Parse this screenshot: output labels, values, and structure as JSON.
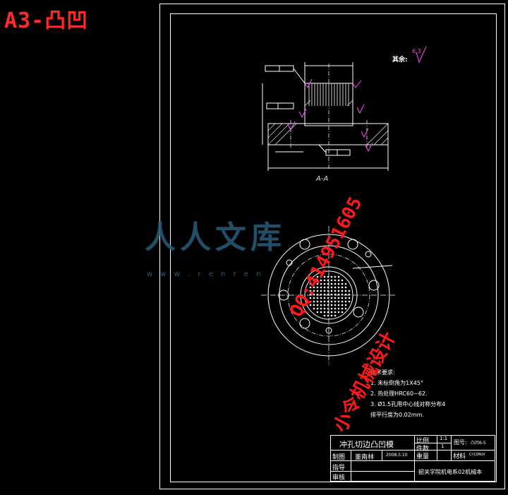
{
  "sheet": {
    "corner_label": "A3-凸凹",
    "section_caption": "A-A",
    "rest_label": "其余:",
    "roughness_value": "6.3"
  },
  "tech_requirements": {
    "heading": "技术要求:",
    "items": [
      "1. 未标倒角为1X45°",
      "2. 热处理HRC60~62.",
      "3. Ø1.5孔用中心线对称分布4",
      "   排平行度为0.02mm."
    ]
  },
  "watermark": {
    "qq": "QQ:414951605",
    "design": "小令机械设计",
    "logo": "人人文库",
    "url": "w w w . r e n r e n"
  },
  "title_block": {
    "part_name": "冲孔切边凸凹模",
    "scale_label": "比例",
    "scale_value": "1:1",
    "count_label": "件数",
    "count_value": "1",
    "drawing_no_label": "图号:",
    "drawing_no_value": "凸凹6-5",
    "weight_label": "重量",
    "material_label": "材料",
    "material_value": "Cr12MoV",
    "drawn_label": "制图",
    "drawn_name": "董南林",
    "drawn_date": "2008.5.10",
    "guide_label": "指导",
    "check_label": "审核",
    "school": "韶关学院机电系02机械本"
  }
}
